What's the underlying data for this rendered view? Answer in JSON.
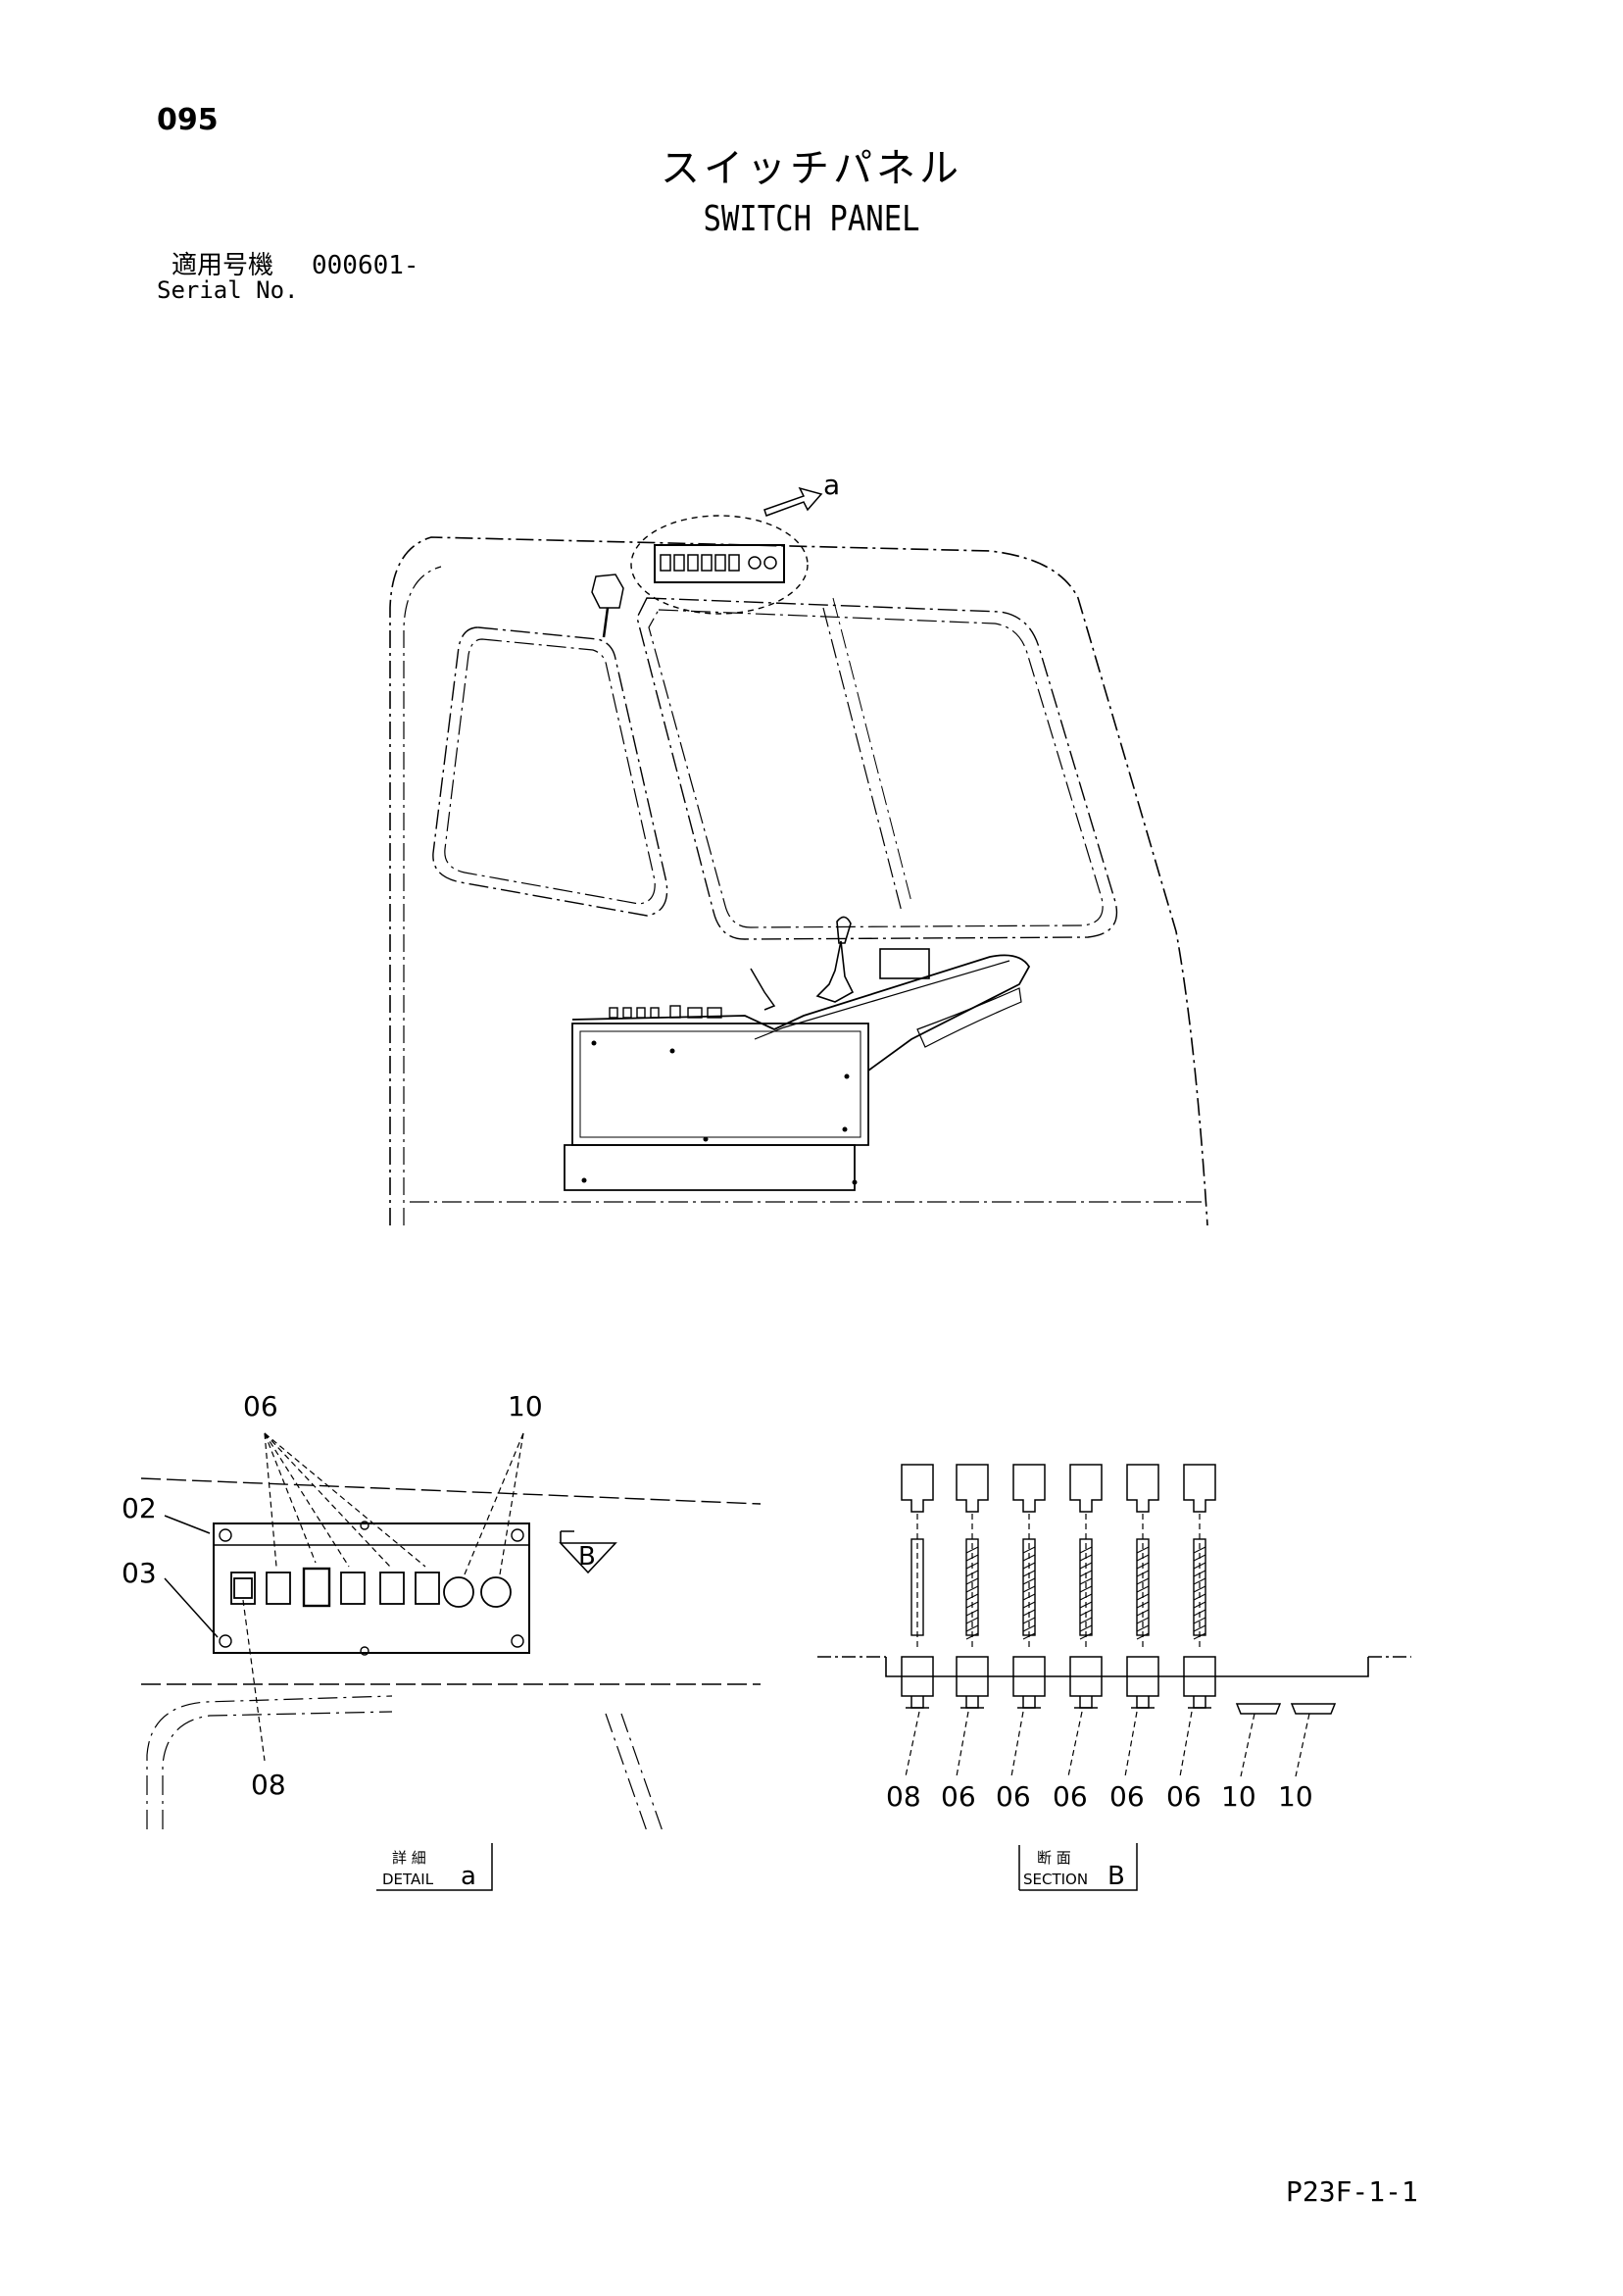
{
  "header": {
    "page_number": "095",
    "title_jp": "スイッチパネル",
    "title_en": "SWITCH PANEL",
    "serial_label_jp": "適用号機",
    "serial_value": "000601-",
    "serial_label_en": "Serial No."
  },
  "cab_view": {
    "detail_callout": "a"
  },
  "detail_a": {
    "callouts": {
      "switch": "06",
      "knob": "10",
      "panel": "02",
      "screw": "03",
      "main_switch": "08",
      "section_arrow": "B"
    },
    "caption_jp": "詳 細",
    "caption_en": "DETAIL",
    "caption_letter": "a"
  },
  "section_b": {
    "part_labels": [
      "08",
      "06",
      "06",
      "06",
      "06",
      "06",
      "10",
      "10"
    ],
    "caption_jp": "断 面",
    "caption_en": "SECTION",
    "caption_letter": "B"
  },
  "footer": {
    "page_code": "P23F-1-1"
  }
}
